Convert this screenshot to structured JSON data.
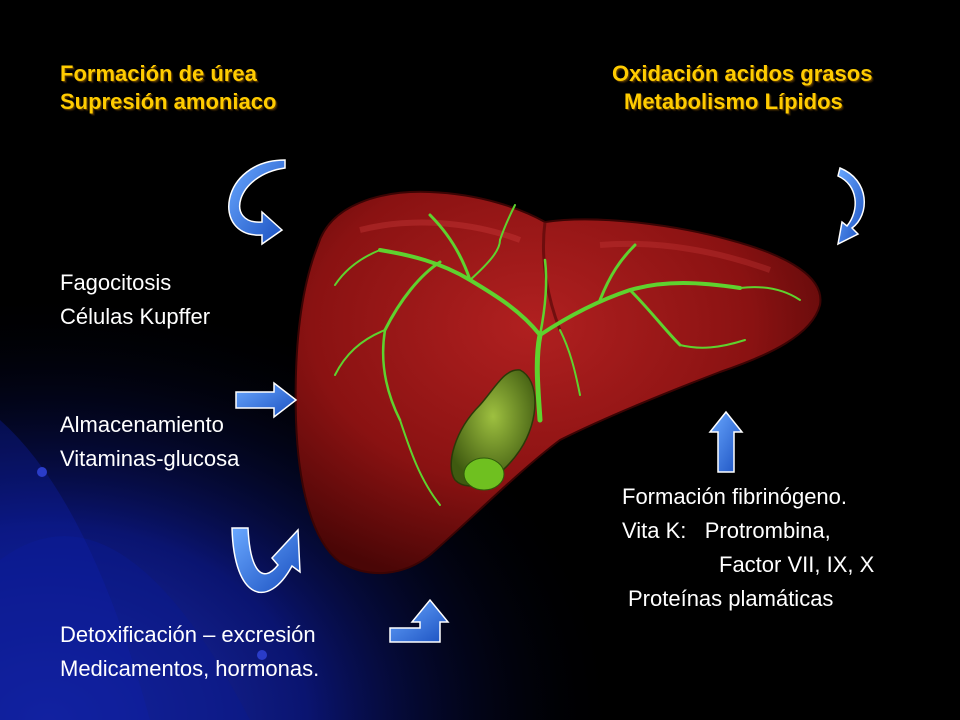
{
  "top_left": {
    "line1": "Formación de  úrea",
    "line2": "Supresión amoniaco"
  },
  "top_right": {
    "line1": "Oxidación acidos grasos",
    "line2": "Metabolismo Lípidos"
  },
  "left": {
    "phagocytosis": [
      "Fagocitosis",
      "Células Kupffer"
    ],
    "storage": [
      "Almacenamiento",
      "Vitaminas-glucosa"
    ],
    "detox": [
      "Detoxificación – excresión",
      "Medicamentos, hormonas."
    ]
  },
  "right": {
    "line1": "Formación fibrinógeno.",
    "line2": "Vita K:   Protrombina,",
    "line3": "Factor VII, IX, X",
    "line4": "Proteínas plamáticas"
  },
  "colors": {
    "header_text": "#ffcc00",
    "body_text": "#ffffff",
    "arrow_blue": "#2a6fe0",
    "liver_red": "#8e1414",
    "vessel_green": "#5fd22e"
  }
}
